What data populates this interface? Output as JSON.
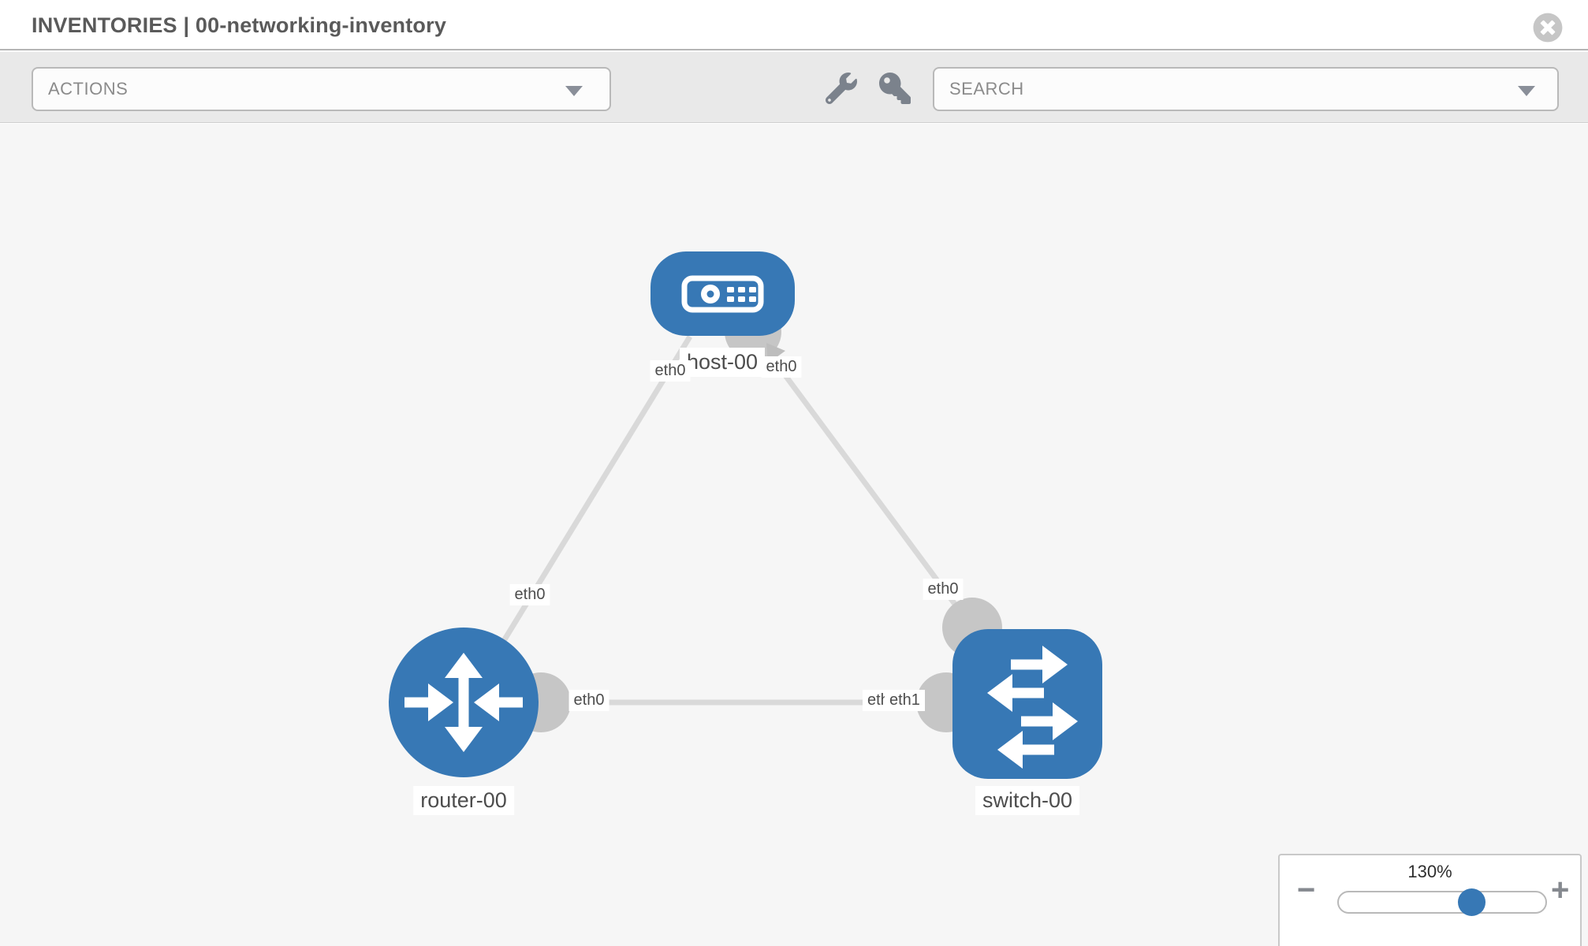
{
  "header": {
    "title": "INVENTORIES | 00-networking-inventory"
  },
  "toolbar": {
    "actions_placeholder": "ACTIONS",
    "search_placeholder": "SEARCH"
  },
  "topology": {
    "nodes": [
      {
        "id": "host-00",
        "type": "host",
        "label": "host-00"
      },
      {
        "id": "router-00",
        "type": "router",
        "label": "router-00"
      },
      {
        "id": "switch-00",
        "type": "switch",
        "label": "switch-00"
      }
    ],
    "links": [
      {
        "from": "host-00",
        "from_interface": "eth0",
        "to": "router-00",
        "to_interface": "eth0"
      },
      {
        "from": "host-00",
        "from_interface": "eth0",
        "to": "switch-00",
        "to_interface": "eth0"
      },
      {
        "from": "router-00",
        "from_interface": "eth0",
        "to": "switch-00",
        "to_interface": "eth1"
      }
    ],
    "interface_labels": {
      "host_left": "eth0",
      "host_right": "eth0",
      "router_to_host": "eth0",
      "router_to_switch": "eth0",
      "switch_to_host": "eth0",
      "switch_to_router_under": "eth0",
      "switch_to_router_over": "eth1"
    }
  },
  "zoom_control": {
    "value": "130%",
    "minus_label": "−",
    "plus_label": "+"
  },
  "colors": {
    "node_blue": "#3778b5",
    "link_gray": "#d9d9d9",
    "interface_gray": "#c6c6c6",
    "icon_gray": "#7b828c"
  }
}
